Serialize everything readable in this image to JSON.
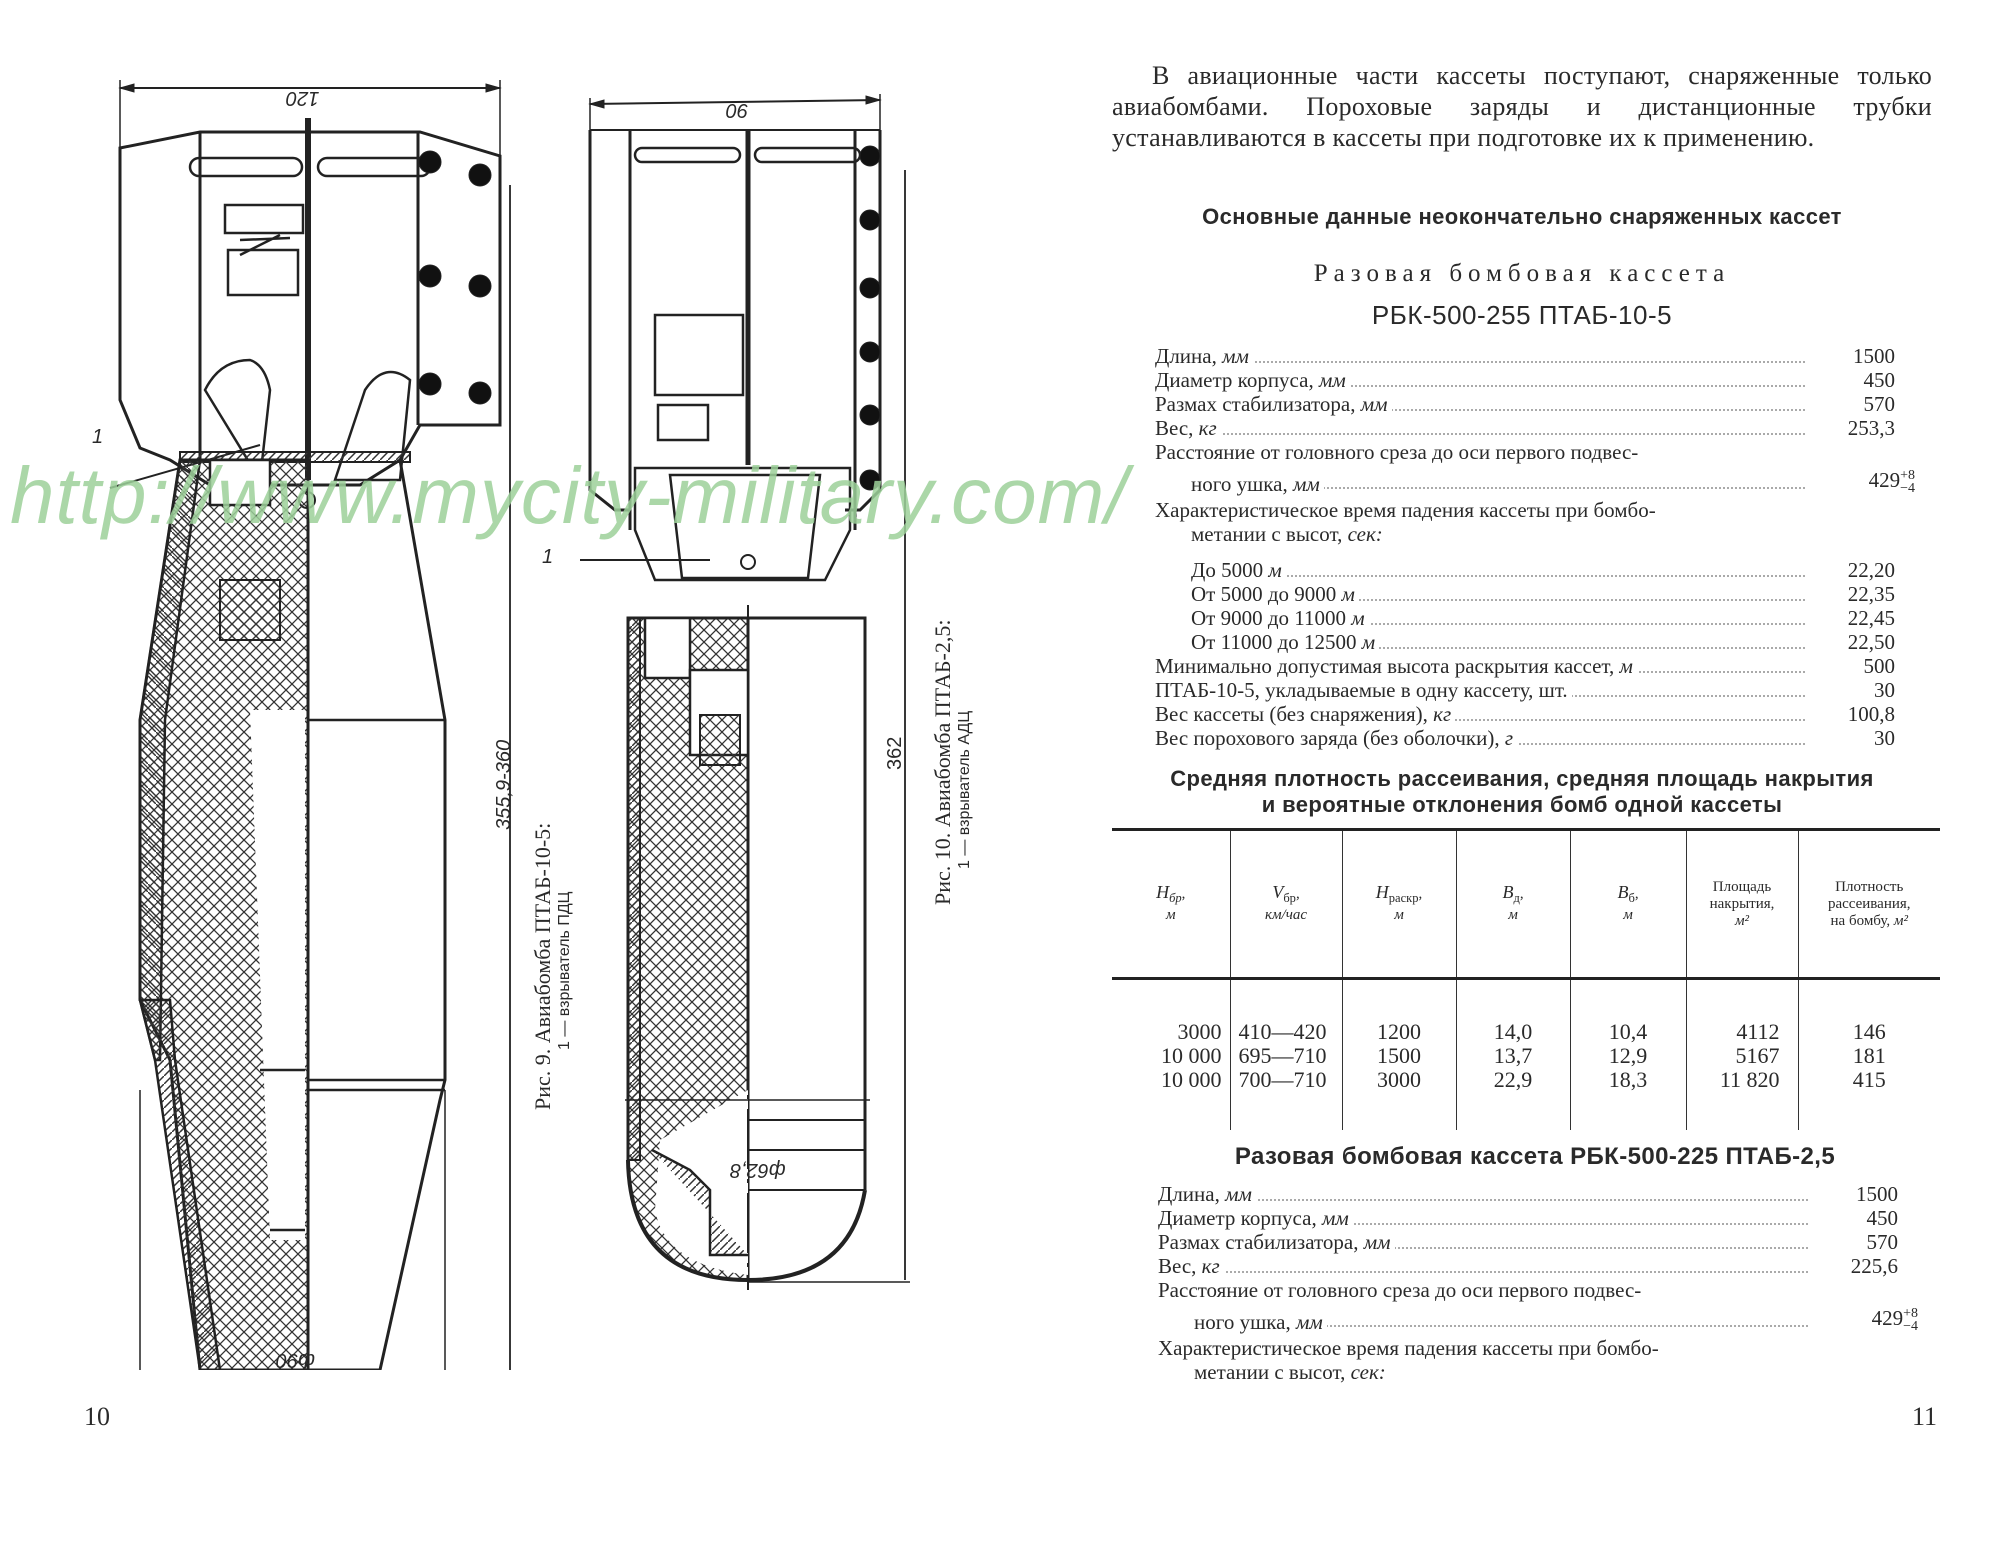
{
  "left_page": {
    "page_number": "10",
    "figure9": {
      "caption": "Рис. 9. Авиабомба ПТАБ-10-5:",
      "legend": "1 — взрыватель ПДЦ",
      "dim_top": "120",
      "dim_bottom": "ф90",
      "dim_length": "355,9-360",
      "callout": "1"
    },
    "figure10": {
      "caption": "Рис. 10. Авиабомба ПТАБ-2,5:",
      "legend": "1 — взрыватель АДЦ",
      "dim_top": "90",
      "dim_nose": "ф62,8",
      "dim_length": "362",
      "callout": "1"
    }
  },
  "watermark": "http://www.mycity-military.com/",
  "right_page": {
    "page_number": "11",
    "intro": "В авиационные части кассеты поступают, снаряженные только авиабомбами. Пороховые заряды и дистанционные трубки устанавливаются в кассеты при подготовке их к применению.",
    "section_title": "Основные данные неокончательно снаряженных кассет",
    "cassette1": {
      "title_line1": "Разовая бомбовая кассета",
      "title_line2": "РБК-500-255 ПТАБ-10-5",
      "specs": [
        {
          "label": "Длина, ",
          "unit": "мм",
          "value": "1500"
        },
        {
          "label": "Диаметр корпуса, ",
          "unit": "мм",
          "value": "450"
        },
        {
          "label": "Размах стабилизатора, ",
          "unit": "мм",
          "value": "570"
        },
        {
          "label": "Вес, ",
          "unit": "кг",
          "value": "253,3"
        }
      ],
      "distance_label_1": "Расстояние от головного среза до оси первого подвес-",
      "distance_label_2": "ного ушка, ",
      "distance_unit": "мм",
      "distance_value": "429",
      "distance_tol_plus": "+8",
      "distance_tol_minus": "−4",
      "fall_time_label_1": "Характеристическое время падения кассеты при бомбо-",
      "fall_time_label_2": "метании с высот, ",
      "fall_time_unit": "сек:",
      "fall_times": [
        {
          "label": "До 5000 ",
          "unit": "м",
          "value": "22,20"
        },
        {
          "label": "От 5000 до 9000 ",
          "unit": "м",
          "value": "22,35"
        },
        {
          "label": "От 9000 до 11000 ",
          "unit": "м",
          "value": "22,45"
        },
        {
          "label": "От 11000 до 12500 ",
          "unit": "м",
          "value": "22,50"
        }
      ],
      "more_specs": [
        {
          "label": "Минимально допустимая высота раскрытия кассет, ",
          "unit": "м",
          "value": "500"
        },
        {
          "label": "ПТАБ-10-5, укладываемые в одну кассету, шт.",
          "unit": "",
          "value": "30"
        },
        {
          "label": "Вес кассеты (без снаряжения), ",
          "unit": "кг",
          "value": "100,8"
        },
        {
          "label": "Вес порохового заряда (без оболочки), ",
          "unit": "г",
          "value": "30"
        }
      ]
    },
    "table_title_1": "Средняя плотность рассеивания, средняя площадь накрытия",
    "table_title_2": "и вероятные отклонения бомб одной кассеты",
    "table": {
      "headers": [
        {
          "sym": "H",
          "sub": "бр",
          "unit": "м"
        },
        {
          "sym": "V",
          "sub": "бр",
          "unit": "км/час"
        },
        {
          "sym": "H",
          "sub": "раскр",
          "unit": "м"
        },
        {
          "sym": "B",
          "sub": "д",
          "unit": "м"
        },
        {
          "sym": "B",
          "sub": "б",
          "unit": "м"
        },
        {
          "text1": "Площадь",
          "text2": "накрытия,",
          "unit": "м²"
        },
        {
          "text1": "Плотность",
          "text2": "рассеивания,",
          "text3": "на бомбу, ",
          "unit": "м²"
        }
      ],
      "columns": [
        [
          "3000",
          "10 000",
          "10 000"
        ],
        [
          "410—420",
          "695—710",
          "700—710"
        ],
        [
          "1200",
          "1500",
          "3000"
        ],
        [
          "14,0",
          "13,7",
          "22,9"
        ],
        [
          "10,4",
          "12,9",
          "18,3"
        ],
        [
          "4112",
          "5167",
          "11 820"
        ],
        [
          "146",
          "181",
          "415"
        ]
      ]
    },
    "cassette2": {
      "title": "Разовая бомбовая кассета РБК-500-225 ПТАБ-2,5",
      "specs": [
        {
          "label": "Длина, ",
          "unit": "мм",
          "value": "1500"
        },
        {
          "label": "Диаметр корпуса, ",
          "unit": "мм",
          "value": "450"
        },
        {
          "label": "Размах стабилизатора, ",
          "unit": "мм",
          "value": "570"
        },
        {
          "label": "Вес, ",
          "unit": "кг",
          "value": "225,6"
        }
      ],
      "distance_label_1": "Расстояние от головного среза до оси первого подвес-",
      "distance_label_2": "ного ушка, ",
      "distance_unit": "мм",
      "distance_value": "429",
      "distance_tol_plus": "+8",
      "distance_tol_minus": "−4",
      "fall_time_label_1": "Характеристическое время падения кассеты при бомбо-",
      "fall_time_label_2": "метании с высот, ",
      "fall_time_unit": "сек:"
    }
  }
}
